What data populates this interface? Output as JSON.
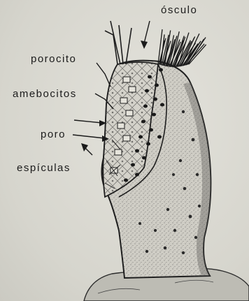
{
  "labels": {
    "osculo": "ósculo",
    "porocito": "porocito",
    "amebocitos": "amebocitos",
    "poro": "poro",
    "espiculas": "espículas"
  },
  "colors": {
    "background": "#d9d8d0",
    "ink": "#1c1c1c",
    "sponge_fill": "#cfcdc5"
  }
}
